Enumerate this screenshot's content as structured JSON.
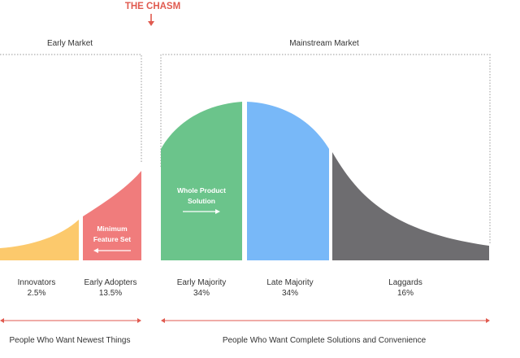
{
  "chasm": {
    "label": "THE CHASM",
    "color": "#e05a4f"
  },
  "markets": {
    "early": "Early Market",
    "mainstream": "Mainstream Market"
  },
  "segments": [
    {
      "name": "Innovators",
      "share": "2.5%",
      "color": "#fcc96c"
    },
    {
      "name": "Early Adopters",
      "share": "13.5%",
      "color": "#f07c7c"
    },
    {
      "name": "Early Majority",
      "share": "34%",
      "color": "#6bc48b"
    },
    {
      "name": "Late Majority",
      "share": "34%",
      "color": "#78b8f8"
    },
    {
      "name": "Laggards",
      "share": "16%",
      "color": "#6e6d70"
    }
  ],
  "callouts": {
    "mvp_line1": "Minimum",
    "mvp_line2": "Feature Set",
    "whole_line1": "Whole Product",
    "whole_line2": "Solution"
  },
  "groups": {
    "left": "People Who Want Newest Things",
    "right": "People Who Want Complete Solutions and Convenience"
  },
  "colors": {
    "accent_red": "#e05a4f",
    "border_dotted": "#9a9a9a",
    "text": "#333333"
  }
}
